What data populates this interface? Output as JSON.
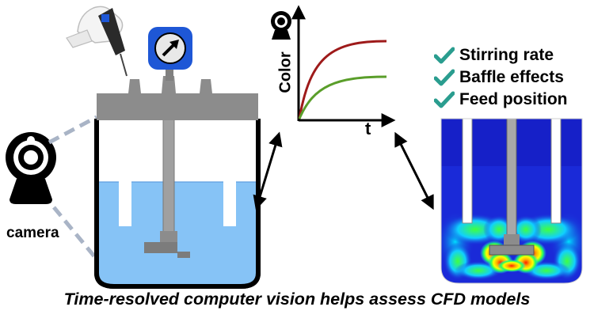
{
  "camera": {
    "label": "camera"
  },
  "plot": {
    "ylabel": "Color",
    "xlabel": "t",
    "series_colors": [
      "#9e1a1a",
      "#5a9e2a"
    ]
  },
  "parameters": [
    {
      "text": "Stirring rate"
    },
    {
      "text": "Baffle effects"
    },
    {
      "text": "Feed position"
    }
  ],
  "caption": "Time-resolved computer vision helps assess CFD models",
  "colors": {
    "liquid": "#86c3f6",
    "lid": "#8c8c8c",
    "gauge": "#1e57d6",
    "check": "#2a9d8f",
    "cfd_base": "#1a2ad8"
  },
  "icons": [
    "camera-icon",
    "gauge-icon",
    "gloved-hand-icon",
    "check-icon",
    "arrow-icon"
  ]
}
